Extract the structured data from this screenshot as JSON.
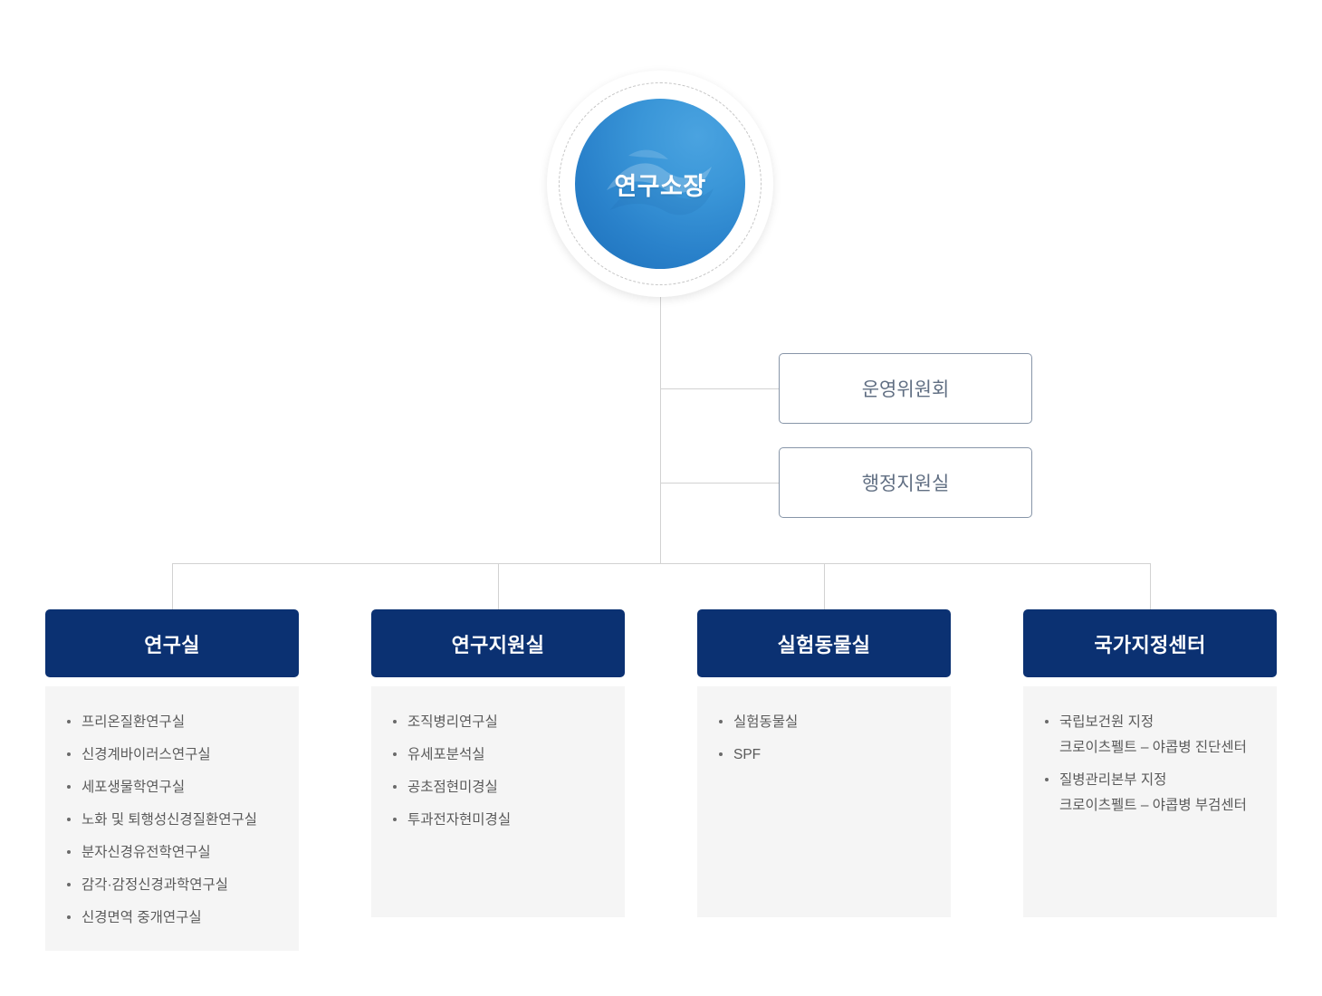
{
  "root": {
    "label": "연구소장",
    "icon": "wave-logo-watermark",
    "colors": {
      "circle_light": "#4aa3e0",
      "circle_dark": "#1c6fba",
      "ring": "#ffffff",
      "dash": "#c6c6c6"
    }
  },
  "staff": [
    {
      "label": "운영위원회"
    },
    {
      "label": "행정지원실"
    }
  ],
  "departments": [
    {
      "title": "연구실",
      "items": [
        {
          "text": "프리온질환연구실",
          "sub": ""
        },
        {
          "text": "신경계바이러스연구실",
          "sub": ""
        },
        {
          "text": "세포생물학연구실",
          "sub": ""
        },
        {
          "text": "노화 및 퇴행성신경질환연구실",
          "sub": ""
        },
        {
          "text": "분자신경유전학연구실",
          "sub": ""
        },
        {
          "text": "감각·감정신경과학연구실",
          "sub": ""
        },
        {
          "text": "신경면역 중개연구실",
          "sub": ""
        }
      ]
    },
    {
      "title": "연구지원실",
      "items": [
        {
          "text": "조직병리연구실",
          "sub": ""
        },
        {
          "text": "유세포분석실",
          "sub": ""
        },
        {
          "text": "공초점현미경실",
          "sub": ""
        },
        {
          "text": "투과전자현미경실",
          "sub": ""
        }
      ]
    },
    {
      "title": "실험동물실",
      "items": [
        {
          "text": "실험동물실",
          "sub": ""
        },
        {
          "text": "SPF",
          "sub": ""
        }
      ]
    },
    {
      "title": "국가지정센터",
      "items": [
        {
          "text": "국립보건원 지정",
          "sub": "크로이츠펠트 – 야콥병 진단센터"
        },
        {
          "text": "질병관리본부 지정",
          "sub": "크로이츠펠트 – 야콥병 부검센터"
        }
      ]
    }
  ],
  "theme": {
    "navy": "#0b3172",
    "panel": "#f5f5f5",
    "line": "#d2d2d2",
    "staff_border": "#8795a8",
    "staff_text": "#616f83",
    "item_text": "#5a5a5a"
  }
}
